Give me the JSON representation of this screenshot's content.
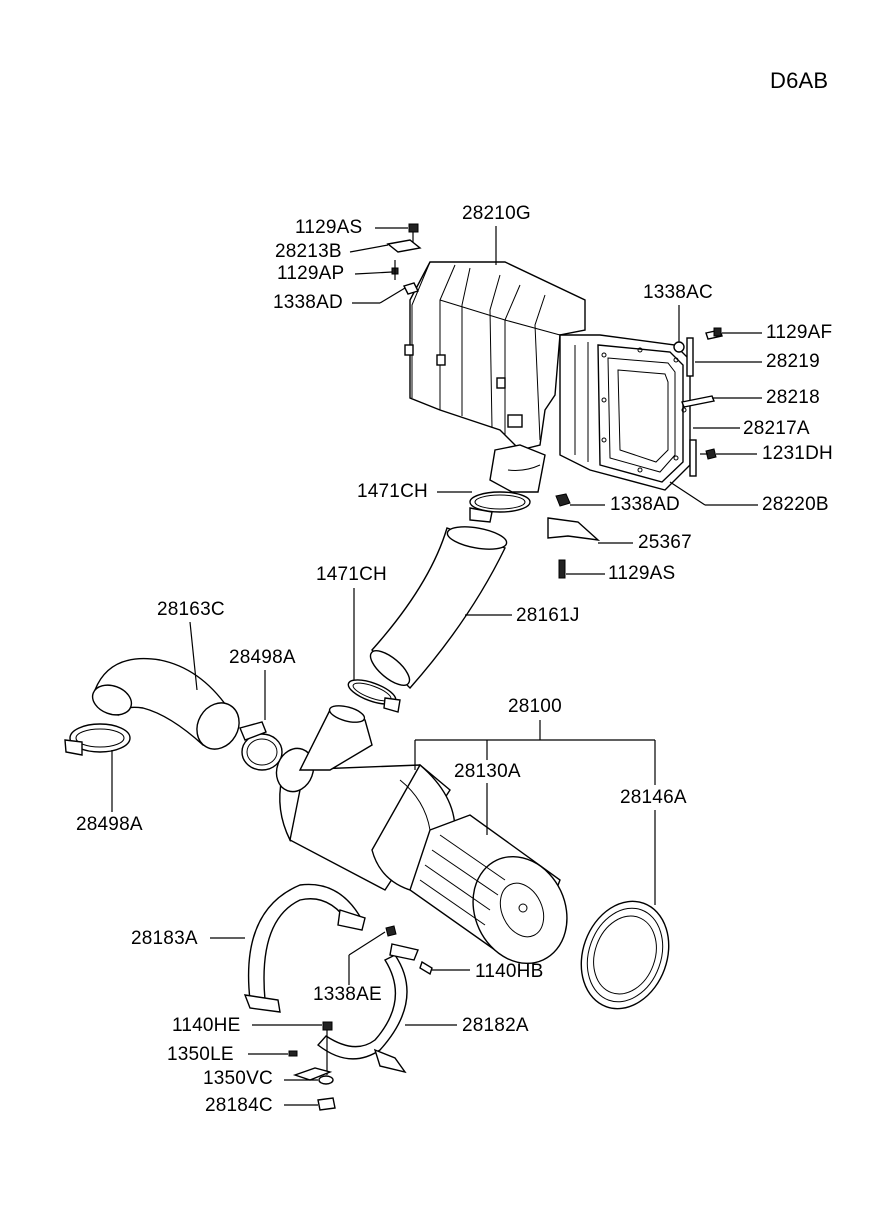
{
  "diagram_code": "D6AB",
  "labels": [
    {
      "id": "l1129AS-top",
      "text": "1129AS"
    },
    {
      "id": "l28210G",
      "text": "28210G"
    },
    {
      "id": "l28213B",
      "text": "28213B"
    },
    {
      "id": "l1129AP",
      "text": "1129AP"
    },
    {
      "id": "l1338AD-top",
      "text": "1338AD"
    },
    {
      "id": "l1338AC",
      "text": "1338AC"
    },
    {
      "id": "l1129AF",
      "text": "1129AF"
    },
    {
      "id": "l28219",
      "text": "28219"
    },
    {
      "id": "l28218",
      "text": "28218"
    },
    {
      "id": "l28217A",
      "text": "28217A"
    },
    {
      "id": "l1231DH",
      "text": "1231DH"
    },
    {
      "id": "l28220B",
      "text": "28220B"
    },
    {
      "id": "l1471CH-top",
      "text": "1471CH"
    },
    {
      "id": "l1338AD-mid",
      "text": "1338AD"
    },
    {
      "id": "l25367",
      "text": "25367"
    },
    {
      "id": "l1129AS-mid",
      "text": "1129AS"
    },
    {
      "id": "l1471CH-mid",
      "text": "1471CH"
    },
    {
      "id": "l28161J",
      "text": "28161J"
    },
    {
      "id": "l28163C",
      "text": "28163C"
    },
    {
      "id": "l28498A-top",
      "text": "28498A"
    },
    {
      "id": "l28100",
      "text": "28100"
    },
    {
      "id": "l28130A",
      "text": "28130A"
    },
    {
      "id": "l28146A",
      "text": "28146A"
    },
    {
      "id": "l28498A-bot",
      "text": "28498A"
    },
    {
      "id": "l28183A",
      "text": "28183A"
    },
    {
      "id": "l1338AE",
      "text": "1338AE"
    },
    {
      "id": "l1140HB",
      "text": "1140HB"
    },
    {
      "id": "l1140HE",
      "text": "1140HE"
    },
    {
      "id": "l28182A",
      "text": "28182A"
    },
    {
      "id": "l1350LE",
      "text": "1350LE"
    },
    {
      "id": "l1350VC",
      "text": "1350VC"
    },
    {
      "id": "l28184C",
      "text": "28184C"
    }
  ]
}
